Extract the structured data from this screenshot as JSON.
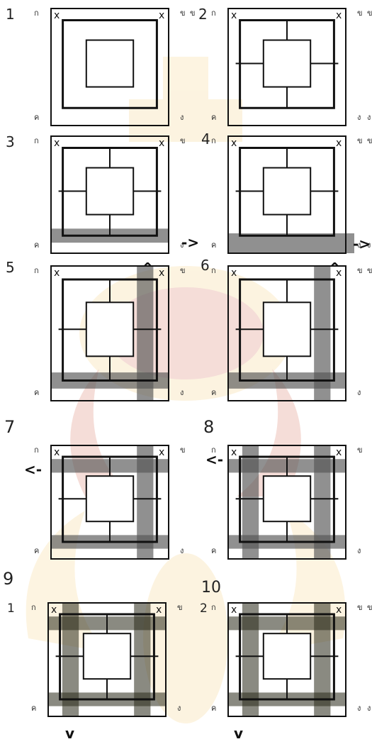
{
  "steps": [
    {
      "number": "1",
      "corner_tl": "ก",
      "corner_tr": "ข",
      "corner_bl": "ค",
      "corner_br": "ง",
      "extra_right": "ข",
      "pre_number": "",
      "mark_left": "x",
      "mark_right": "x"
    },
    {
      "number": "2",
      "corner_tl": "ก",
      "corner_tr": "ข",
      "corner_bl": "ค",
      "corner_br": "ง",
      "extra_right": "ข",
      "extra_br": "ง",
      "mark_left": "x",
      "mark_right": "x"
    },
    {
      "number": "3",
      "corner_tl": "ก",
      "corner_tr": "ข",
      "corner_bl": "ค",
      "corner_br": "ง",
      "mark_left": "x",
      "mark_right": "x"
    },
    {
      "number": "4",
      "corner_tl": "ก",
      "corner_tr": "ข",
      "corner_bl": "ค",
      "corner_br": "ง",
      "extra_right": "ข",
      "extra_br": "ง",
      "mark_left": "x",
      "mark_right": "x"
    },
    {
      "number": "5",
      "corner_tl": "ก",
      "corner_tr": "ข",
      "corner_bl": "ค",
      "corner_br": "ง",
      "mark_left": "x",
      "mark_right": "x"
    },
    {
      "number": "6",
      "corner_tl": "ก",
      "corner_tr": "ข",
      "corner_bl": "ค",
      "corner_br": "ง",
      "extra_right": "ข",
      "mark_left": "x",
      "mark_right": "x"
    },
    {
      "number": "7",
      "corner_tl": "ก",
      "corner_tr": "ข",
      "corner_bl": "ค",
      "corner_br": "ง",
      "mark_left": "x",
      "mark_right": "x"
    },
    {
      "number": "8",
      "corner_tl": "ก",
      "corner_tr": "ข",
      "corner_bl": "ค",
      "corner_br": "ง",
      "mark_left": "x",
      "mark_right": "x"
    },
    {
      "number": "9",
      "sub_number": "1",
      "corner_tl": "ก",
      "corner_tr": "ข",
      "corner_bl": "ค",
      "corner_br": "ง",
      "mark_left": "x",
      "mark_right": "x"
    },
    {
      "number": "10",
      "sub_number": "2",
      "corner_tl": "ก",
      "corner_tr": "ข",
      "corner_bl": "ค",
      "corner_br": "ง",
      "extra_right": "ข",
      "extra_br": "ง",
      "mark_left": "x",
      "mark_right": "x"
    }
  ],
  "arrows": {
    "right": "->",
    "left": "<-",
    "up": "^",
    "down": "v"
  },
  "colors": {
    "line": "#111111",
    "shade": "#555555",
    "shade_dark": "#2a2a1a",
    "watermark_gold": "#f3c35a",
    "watermark_red": "#c94a2e"
  }
}
